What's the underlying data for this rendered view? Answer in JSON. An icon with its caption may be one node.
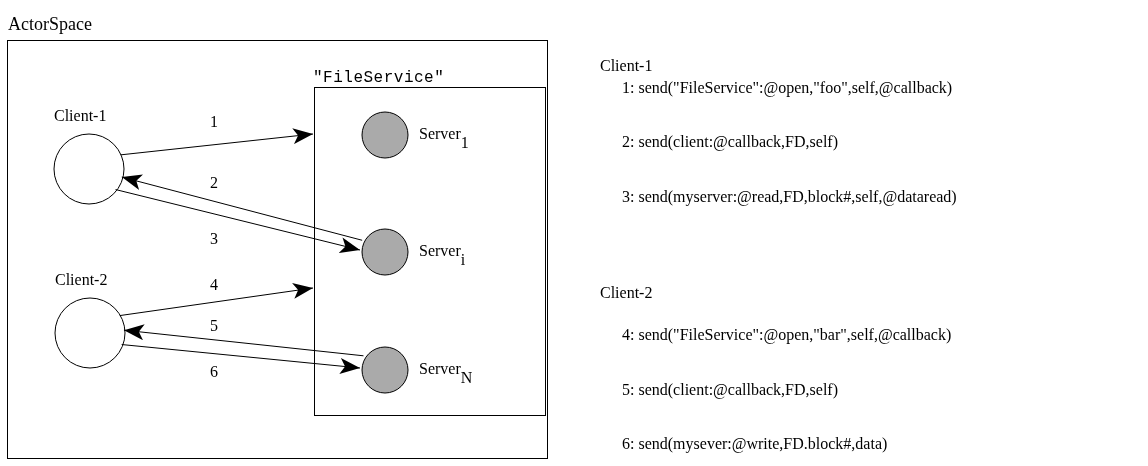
{
  "diagram": {
    "nodes": [
      {
        "text": [
          "ActorSpace"
        ]
      },
      {
        "text": [
          "Client-1"
        ],
        "in": 0
      },
      {
        "text": [
          "Client-2"
        ],
        "in": 0
      },
      {
        "text": [
          "\"FileService\""
        ],
        "in": 0
      },
      {
        "text": [
          "Server$_{1}$"
        ],
        "in": 3
      },
      {
        "text": [
          "Server$_{i}$"
        ],
        "in": 3
      },
      {
        "text": [
          "Server$_{N}$"
        ],
        "in": 3
      }
    ],
    "edges": [
      {
        "from": 1,
        "to": 3,
        "arrow": "to",
        "label": "1"
      },
      {
        "from": 5,
        "to": 1,
        "arrow": "to",
        "label": "2"
      },
      {
        "from": 1,
        "to": 5,
        "arrow": "to",
        "label": "3"
      },
      {
        "from": 2,
        "to": 3,
        "arrow": "to",
        "label": "4"
      },
      {
        "from": 6,
        "to": 2,
        "arrow": "to",
        "label": "5"
      },
      {
        "from": 2,
        "to": 6,
        "arrow": "to",
        "label": "6"
      }
    ],
    "labels": [
      "Client-1",
      "1: send(\"FileService\":@open,\"foo\",self,@callback)",
      "2: send(client:@callback,FD,self)",
      "3: send(myserver:@read,FD,block#,self,@dataread)",
      "Client-2",
      "4: send(\"FileService\":@open,\"bar\",self,@callback)",
      "5: send(client:@callback,FD,self)",
      "6: send(mysever:@write,FD.block#,data)"
    ]
  }
}
